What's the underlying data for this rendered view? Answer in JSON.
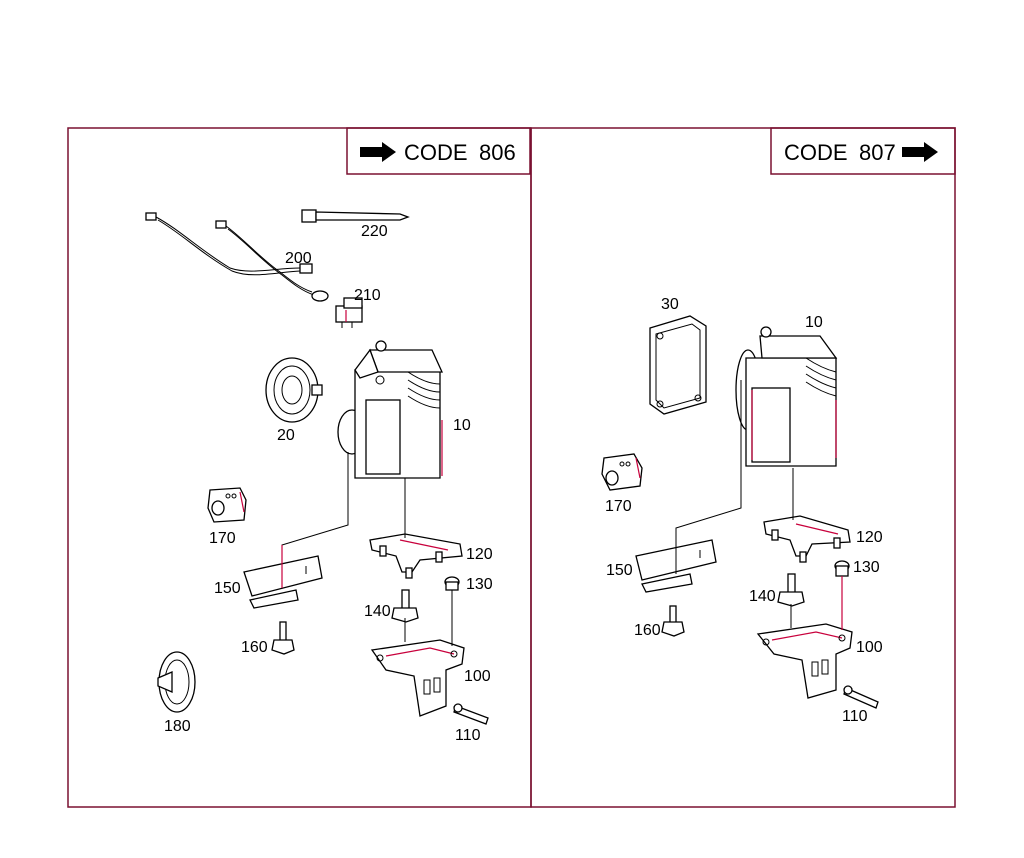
{
  "panels": [
    {
      "code_text": "CODE",
      "code_number": "806",
      "arrow": "right-arrow-before",
      "labels": [
        "200",
        "220",
        "210",
        "20",
        "10",
        "170",
        "120",
        "130",
        "150",
        "140",
        "160",
        "100",
        "110",
        "180"
      ]
    },
    {
      "code_text": "CODE",
      "code_number": "807",
      "arrow": "right-arrow-after",
      "labels": [
        "30",
        "10",
        "170",
        "120",
        "150",
        "130",
        "140",
        "160",
        "100",
        "110"
      ]
    }
  ],
  "colors": {
    "frame": "#7a1030",
    "accent": "#c8003c",
    "ink": "#000000"
  }
}
